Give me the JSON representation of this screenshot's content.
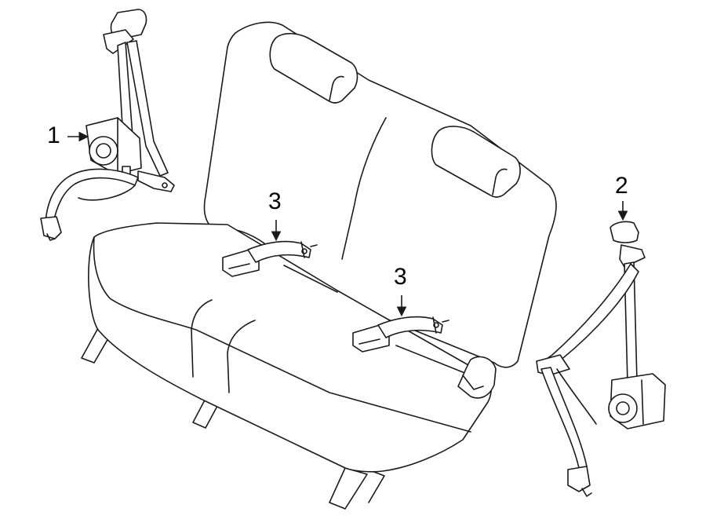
{
  "callouts": {
    "part_1": "1",
    "part_2": "2",
    "part_3a": "3",
    "part_3b": "3"
  },
  "colors": {
    "line": "#1a1a1a",
    "background": "#ffffff"
  }
}
